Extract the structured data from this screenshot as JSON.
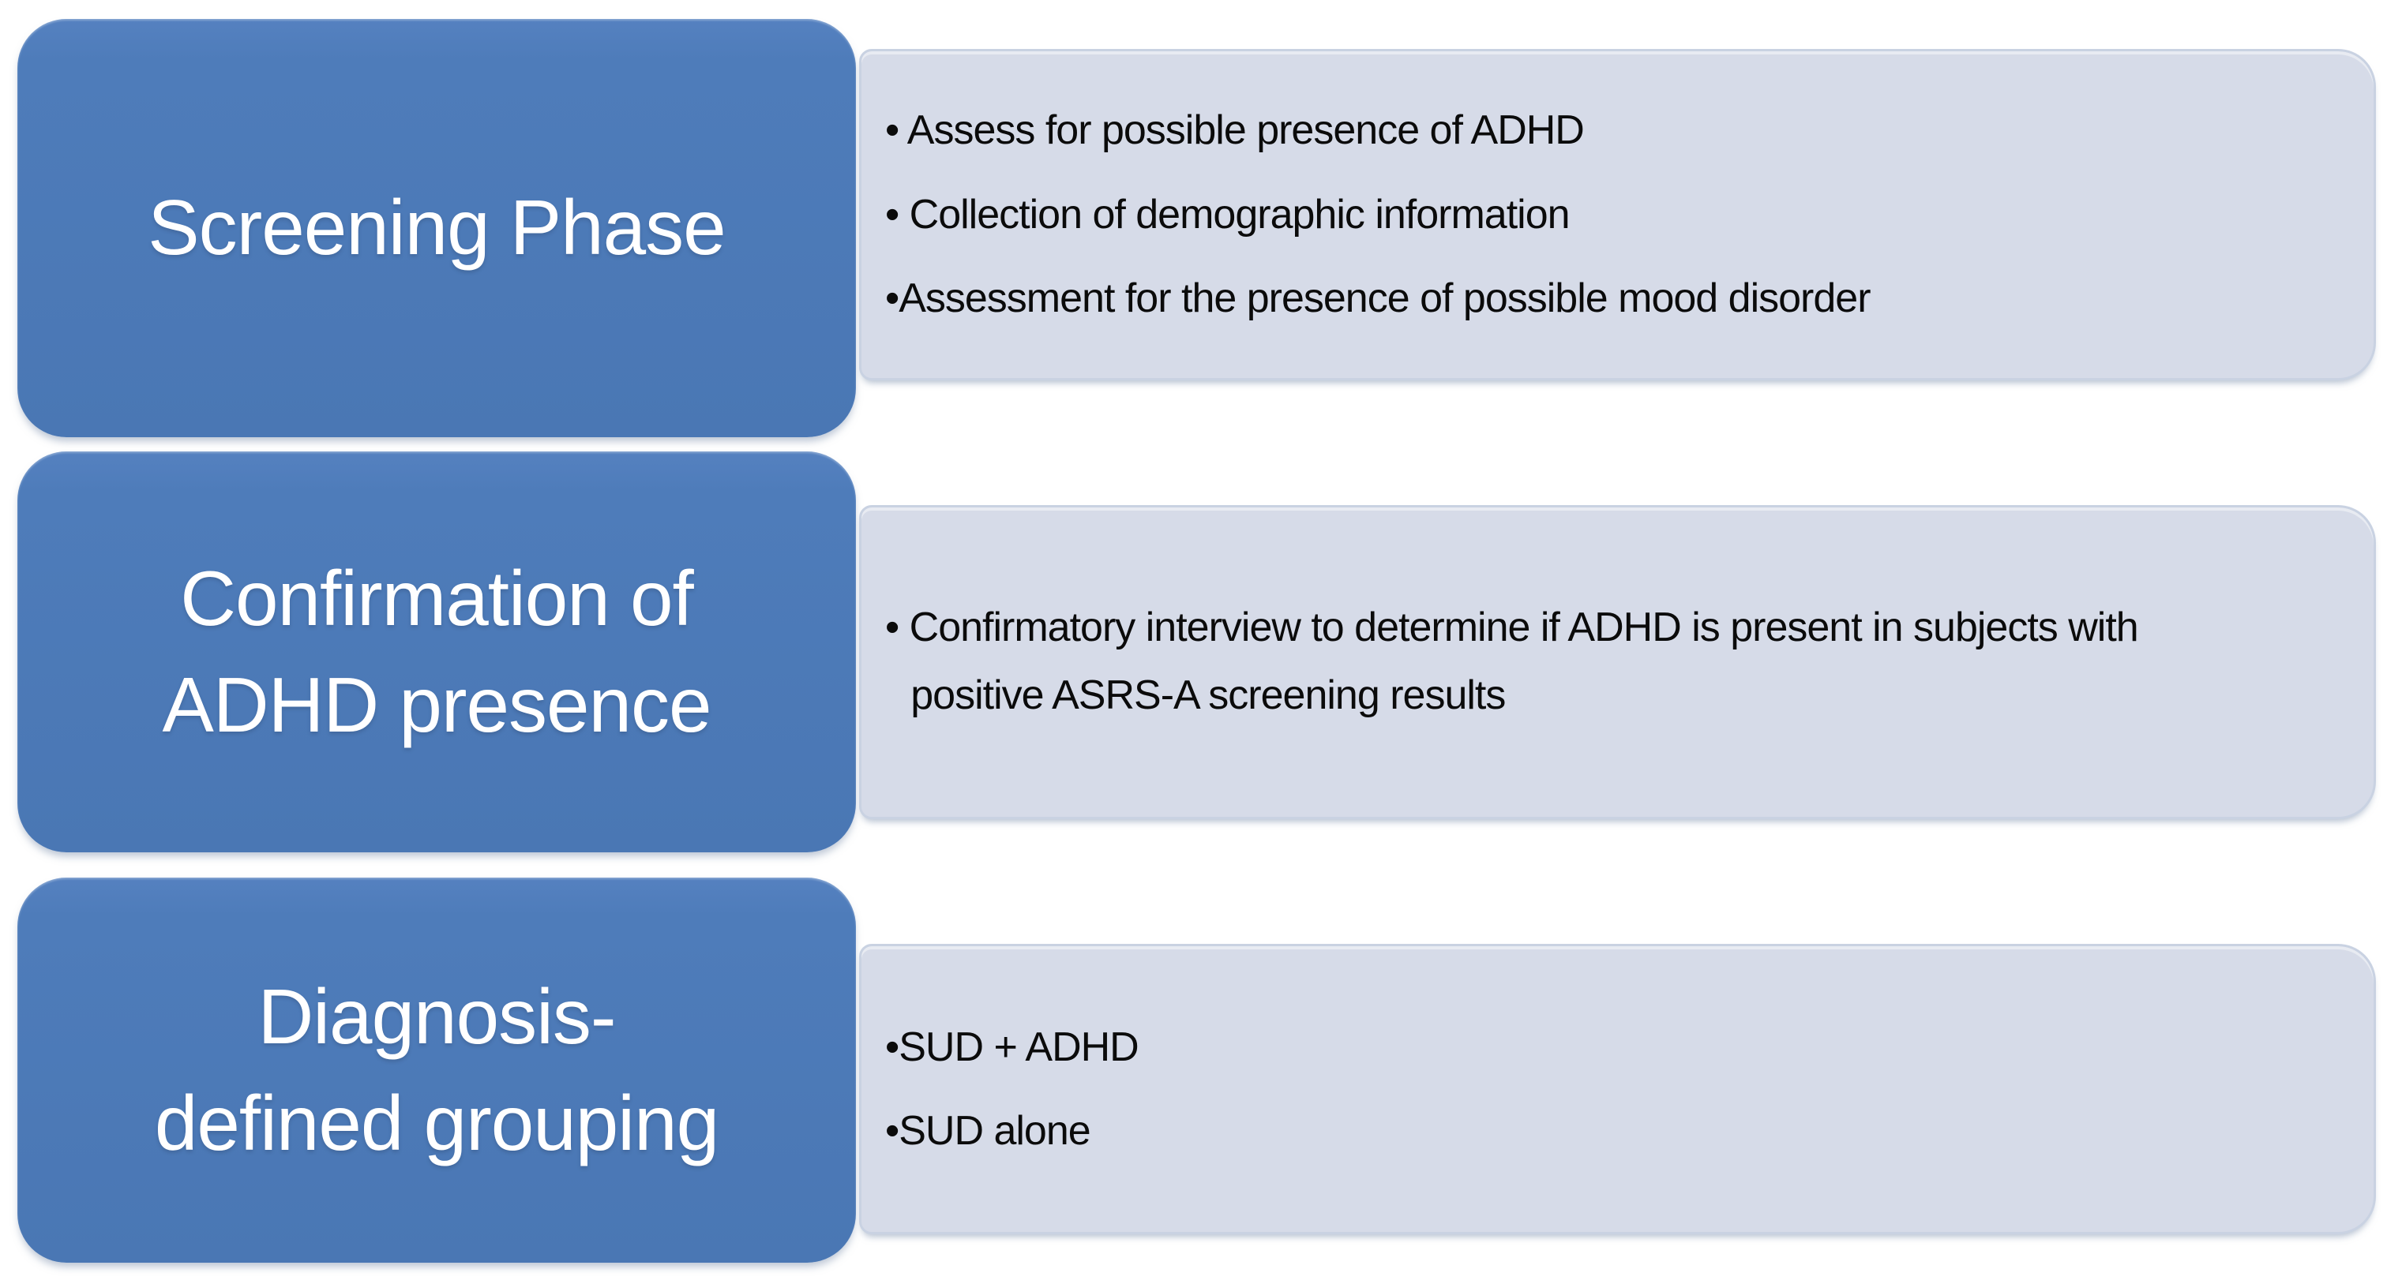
{
  "diagram": {
    "colors": {
      "phase_box_fill": "#4e7cba",
      "phase_box_text": "#ffffff",
      "panel_fill": "#d6dbe8",
      "panel_border": "#c9d2e2",
      "bullet_text": "#0b0b0b",
      "background": "#ffffff"
    },
    "rows": [
      {
        "title_lines": [
          "Screening Phase"
        ],
        "bullets": [
          "• Assess for possible presence of ADHD",
          "• Collection of demographic information",
          "•Assessment for the presence of possible mood disorder"
        ]
      },
      {
        "title_lines": [
          "Confirmation of",
          "ADHD presence"
        ],
        "bullets": [
          "• Confirmatory interview to determine if ADHD is present in subjects with positive ASRS-A screening results"
        ]
      },
      {
        "title_lines": [
          "Diagnosis-",
          "defined grouping"
        ],
        "bullets": [
          "•SUD + ADHD",
          "•SUD alone"
        ]
      }
    ]
  }
}
